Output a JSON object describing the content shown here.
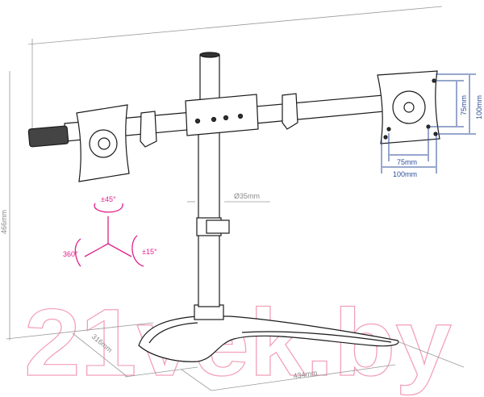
{
  "watermark": "21vek.by",
  "dimensions": {
    "height": "466mm",
    "depth": "316mm",
    "width": "434mm",
    "pole_diameter": "Ø35mm",
    "vesa_small_h": "75mm",
    "vesa_large_h": "100mm",
    "vesa_small_v": "75mm",
    "vesa_large_v": "100mm"
  },
  "rotation": {
    "tilt": "±45°",
    "swivel": "±15°",
    "rotate": "360°"
  },
  "colors": {
    "line": "#1a1a1a",
    "dimension": "#8a8a8a",
    "vesa": "#2f4f9a",
    "rotation": "#e0208a",
    "watermark": "#f2a0b8"
  }
}
